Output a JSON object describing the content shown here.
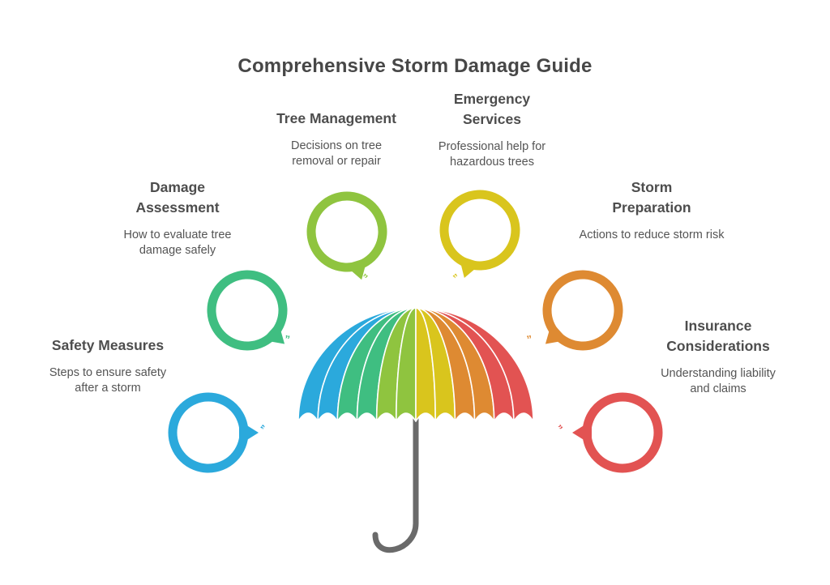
{
  "title": "Comprehensive Storm Damage Guide",
  "topics": [
    {
      "id": "safety-measures",
      "heading": "Safety Measures",
      "description": "Steps to ensure safety after a storm",
      "color": "#2BA9DC"
    },
    {
      "id": "damage-assessment",
      "heading": "Damage Assessment",
      "description": "How to evaluate tree damage safely",
      "color": "#3FBE81"
    },
    {
      "id": "tree-management",
      "heading": "Tree Management",
      "description": "Decisions on tree removal or repair",
      "color": "#8FC43F"
    },
    {
      "id": "emergency-services",
      "heading": "Emergency Services",
      "description": "Professional help for hazardous trees",
      "color": "#D9C51D"
    },
    {
      "id": "storm-preparation",
      "heading": "Storm Preparation",
      "description": "Actions to reduce storm risk",
      "color": "#DE8A32"
    },
    {
      "id": "insurance-considerations",
      "heading": "Insurance Considerations",
      "description": "Understanding liability and claims",
      "color": "#E25352"
    }
  ],
  "icons": {
    "speech_bubble": "speech-bubble ring with pointer tail",
    "quote_glyph": "”"
  },
  "umbrella": {
    "colors": [
      "#2BA9DC",
      "#3FBE81",
      "#8FC43F",
      "#D9C51D",
      "#DE8A32",
      "#E25352"
    ],
    "pole_color": "#6A6A6A"
  },
  "colors": {
    "background": "#FFFFFF",
    "title_text": "#474747",
    "heading_text": "#4D4D4D",
    "body_text": "#545454"
  }
}
